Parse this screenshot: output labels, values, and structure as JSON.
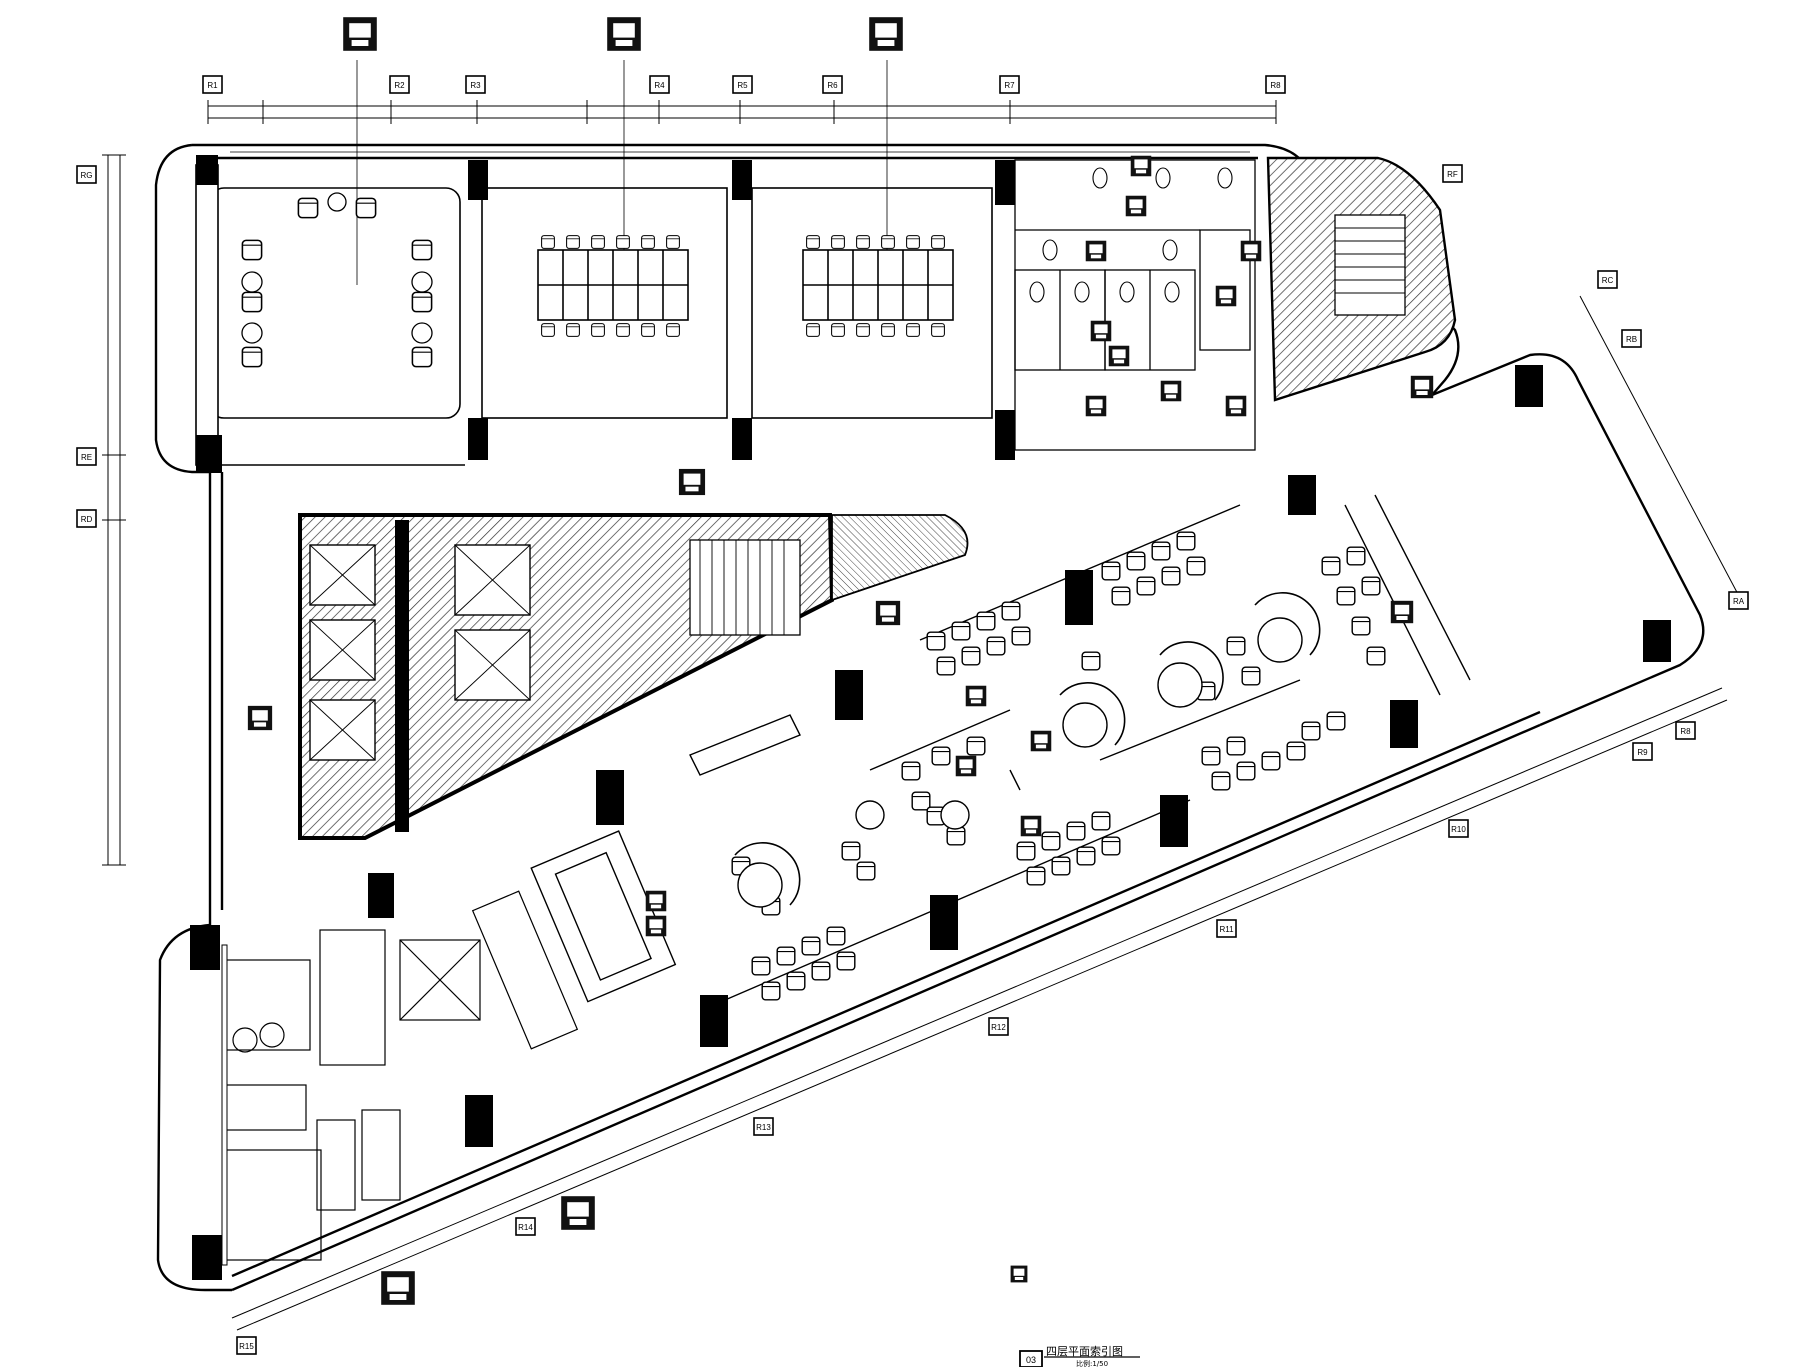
{
  "drawing": {
    "number": "03",
    "title": "四层平面索引图",
    "scale": "比例:1/50"
  },
  "axis_labels": {
    "top": [
      "R1",
      "R2",
      "R3",
      "R4",
      "R5",
      "R6",
      "R7",
      "R8"
    ],
    "left": [
      "RG",
      "RE",
      "RD"
    ],
    "right": [
      "RF",
      "RC",
      "RB",
      "RA"
    ],
    "diagonal": [
      "R8",
      "R9",
      "R10",
      "R11",
      "R12",
      "R13",
      "R14",
      "R15"
    ]
  },
  "colors": {
    "line": "#000000",
    "hatch": "#555555",
    "background": "#ffffff"
  }
}
